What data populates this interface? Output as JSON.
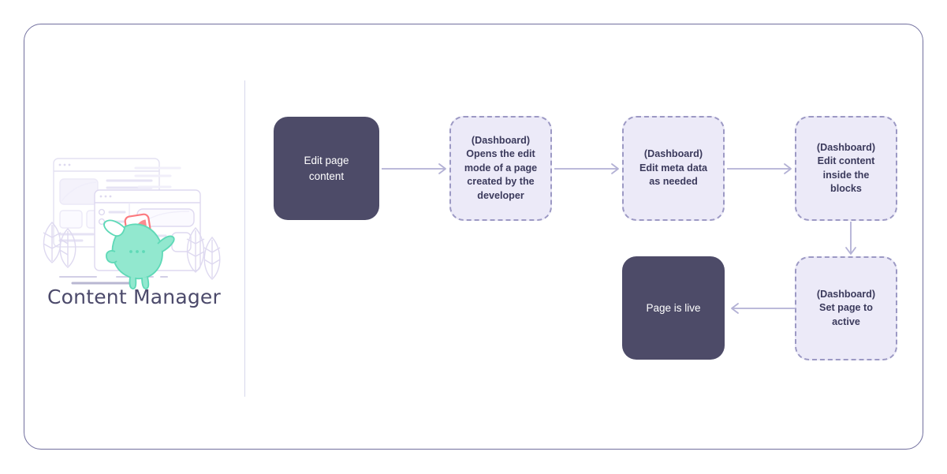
{
  "diagram": {
    "title": "Content Manager",
    "persona_illustration": "content-manager-illustration",
    "accent_border_color": "#716f9e",
    "solid_node_color": "#4d4b68",
    "dashed_node_fill": "#eceaf8",
    "dashed_node_border": "#9c99c4",
    "arrow_color": "#b3b1d5",
    "divider_color": "#d7d8ec",
    "nodes": [
      {
        "id": "edit-page-content",
        "style": "solid",
        "label": "Edit page\ncontent",
        "lines": [
          "Edit page",
          "content"
        ]
      },
      {
        "id": "opens-edit-mode",
        "style": "dashed",
        "label": "(Dashboard) Opens the edit mode of a page created by the developer",
        "lines": [
          "(Dashboard)",
          "Opens the edit",
          "mode of a page",
          "created by the",
          "developer"
        ]
      },
      {
        "id": "edit-meta-data",
        "style": "dashed",
        "label": "(Dashboard) Edit meta data as needed",
        "lines": [
          "(Dashboard)",
          "Edit meta data",
          "as needed"
        ]
      },
      {
        "id": "edit-content-blocks",
        "style": "dashed",
        "label": "(Dashboard) Edit content inside the blocks",
        "lines": [
          "(Dashboard)",
          "Edit content",
          "inside the",
          "blocks"
        ]
      },
      {
        "id": "set-page-active",
        "style": "dashed",
        "label": "(Dashboard) Set page to active",
        "lines": [
          "(Dashboard)",
          "Set page to",
          "active"
        ]
      },
      {
        "id": "page-is-live",
        "style": "solid",
        "label": "Page is live",
        "lines": [
          "Page is live"
        ]
      }
    ],
    "edges": [
      {
        "id": "edge-1",
        "from": "edit-page-content",
        "to": "opens-edit-mode",
        "direction": "right"
      },
      {
        "id": "edge-2",
        "from": "opens-edit-mode",
        "to": "edit-meta-data",
        "direction": "right"
      },
      {
        "id": "edge-3",
        "from": "edit-meta-data",
        "to": "edit-content-blocks",
        "direction": "right"
      },
      {
        "id": "edge-4",
        "from": "edit-content-blocks",
        "to": "set-page-active",
        "direction": "down"
      },
      {
        "id": "edge-5",
        "from": "set-page-active",
        "to": "page-is-live",
        "direction": "left"
      }
    ]
  }
}
